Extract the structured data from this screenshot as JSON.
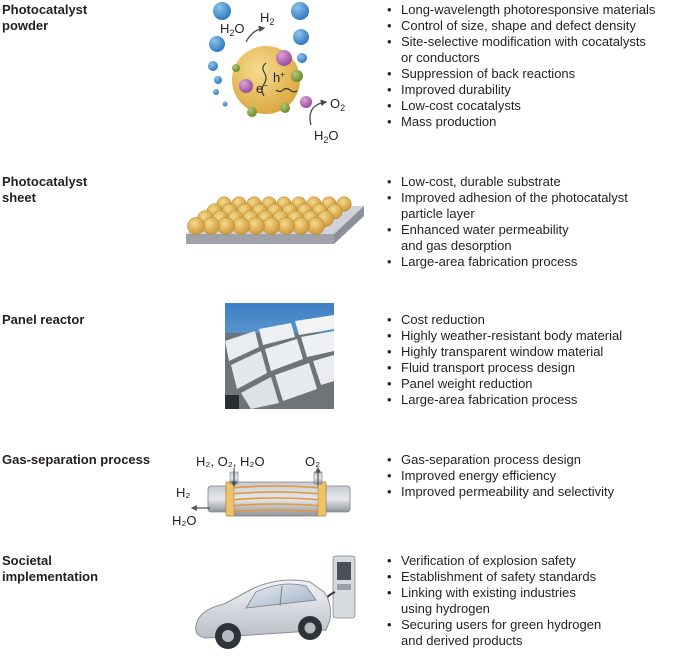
{
  "rows": [
    {
      "title_lines": [
        "Photocatalyst",
        "powder"
      ],
      "bullets": [
        [
          "Long-wavelength photoresponsive materials"
        ],
        [
          "Control of size, shape and defect density"
        ],
        [
          "Site-selective modification with cocatalysts",
          "or conductors"
        ],
        [
          "Suppression of back reactions"
        ],
        [
          "Improved durability"
        ],
        [
          "Low-cost cocatalysts"
        ],
        [
          "Mass production"
        ]
      ],
      "illustration": {
        "label_h2o_top": "H",
        "label_h2o_top_sub": "2",
        "label_h2o_top_tail": "O",
        "label_h2": "H",
        "label_h2_sub": "2",
        "label_electron": "e",
        "label_electron_sup": "−",
        "label_hole": "h",
        "label_hole_sup": "+",
        "label_o2": "O",
        "label_o2_sub": "2",
        "label_h2o_bottom": "H",
        "label_h2o_bottom_sub": "2",
        "label_h2o_bottom_tail": "O"
      }
    },
    {
      "title_lines": [
        "Photocatalyst",
        "sheet"
      ],
      "bullets": [
        [
          "Low-cost, durable substrate"
        ],
        [
          "Improved adhesion of the photocatalyst",
          "particle layer"
        ],
        [
          "Enhanced water permeability",
          "and gas desorption"
        ],
        [
          "Large-area fabrication process"
        ]
      ]
    },
    {
      "title_lines": [
        "Panel reactor"
      ],
      "bullets": [
        [
          "Cost reduction"
        ],
        [
          "Highly weather-resistant body material"
        ],
        [
          "Highly transparent window material"
        ],
        [
          "Fluid transport process design"
        ],
        [
          "Panel weight reduction"
        ],
        [
          "Large-area fabrication process"
        ]
      ]
    },
    {
      "title_lines": [
        "Gas-separation process"
      ],
      "bullets": [
        [
          "Gas-separation process design"
        ],
        [
          "Improved energy efficiency"
        ],
        [
          "Improved permeability and selectivity"
        ]
      ],
      "illustration": {
        "label_feed": "H₂, O₂, H₂O",
        "label_o2_out": "O₂",
        "label_h2_out": "H₂",
        "label_h2o_out": "H₂O"
      }
    },
    {
      "title_lines": [
        "Societal",
        "implementation"
      ],
      "bullets": [
        [
          "Verification of explosion safety"
        ],
        [
          "Establishment of safety standards"
        ],
        [
          "Linking with existing industries",
          "using hydrogen"
        ],
        [
          "Securing users for green hydrogen",
          "and derived products"
        ]
      ]
    }
  ],
  "colors": {
    "particle_gold": "#e8b74a",
    "bubble_blue": "#3e8ed0",
    "cocatalyst_purple": "#b06bb0",
    "cocatalyst_green": "#7a9a3a",
    "sheet_substrate": "#b9bcc4",
    "module_gray": "#a9adb5",
    "membrane_orange": "#e8a048",
    "car_silver": "#d9dde3"
  }
}
